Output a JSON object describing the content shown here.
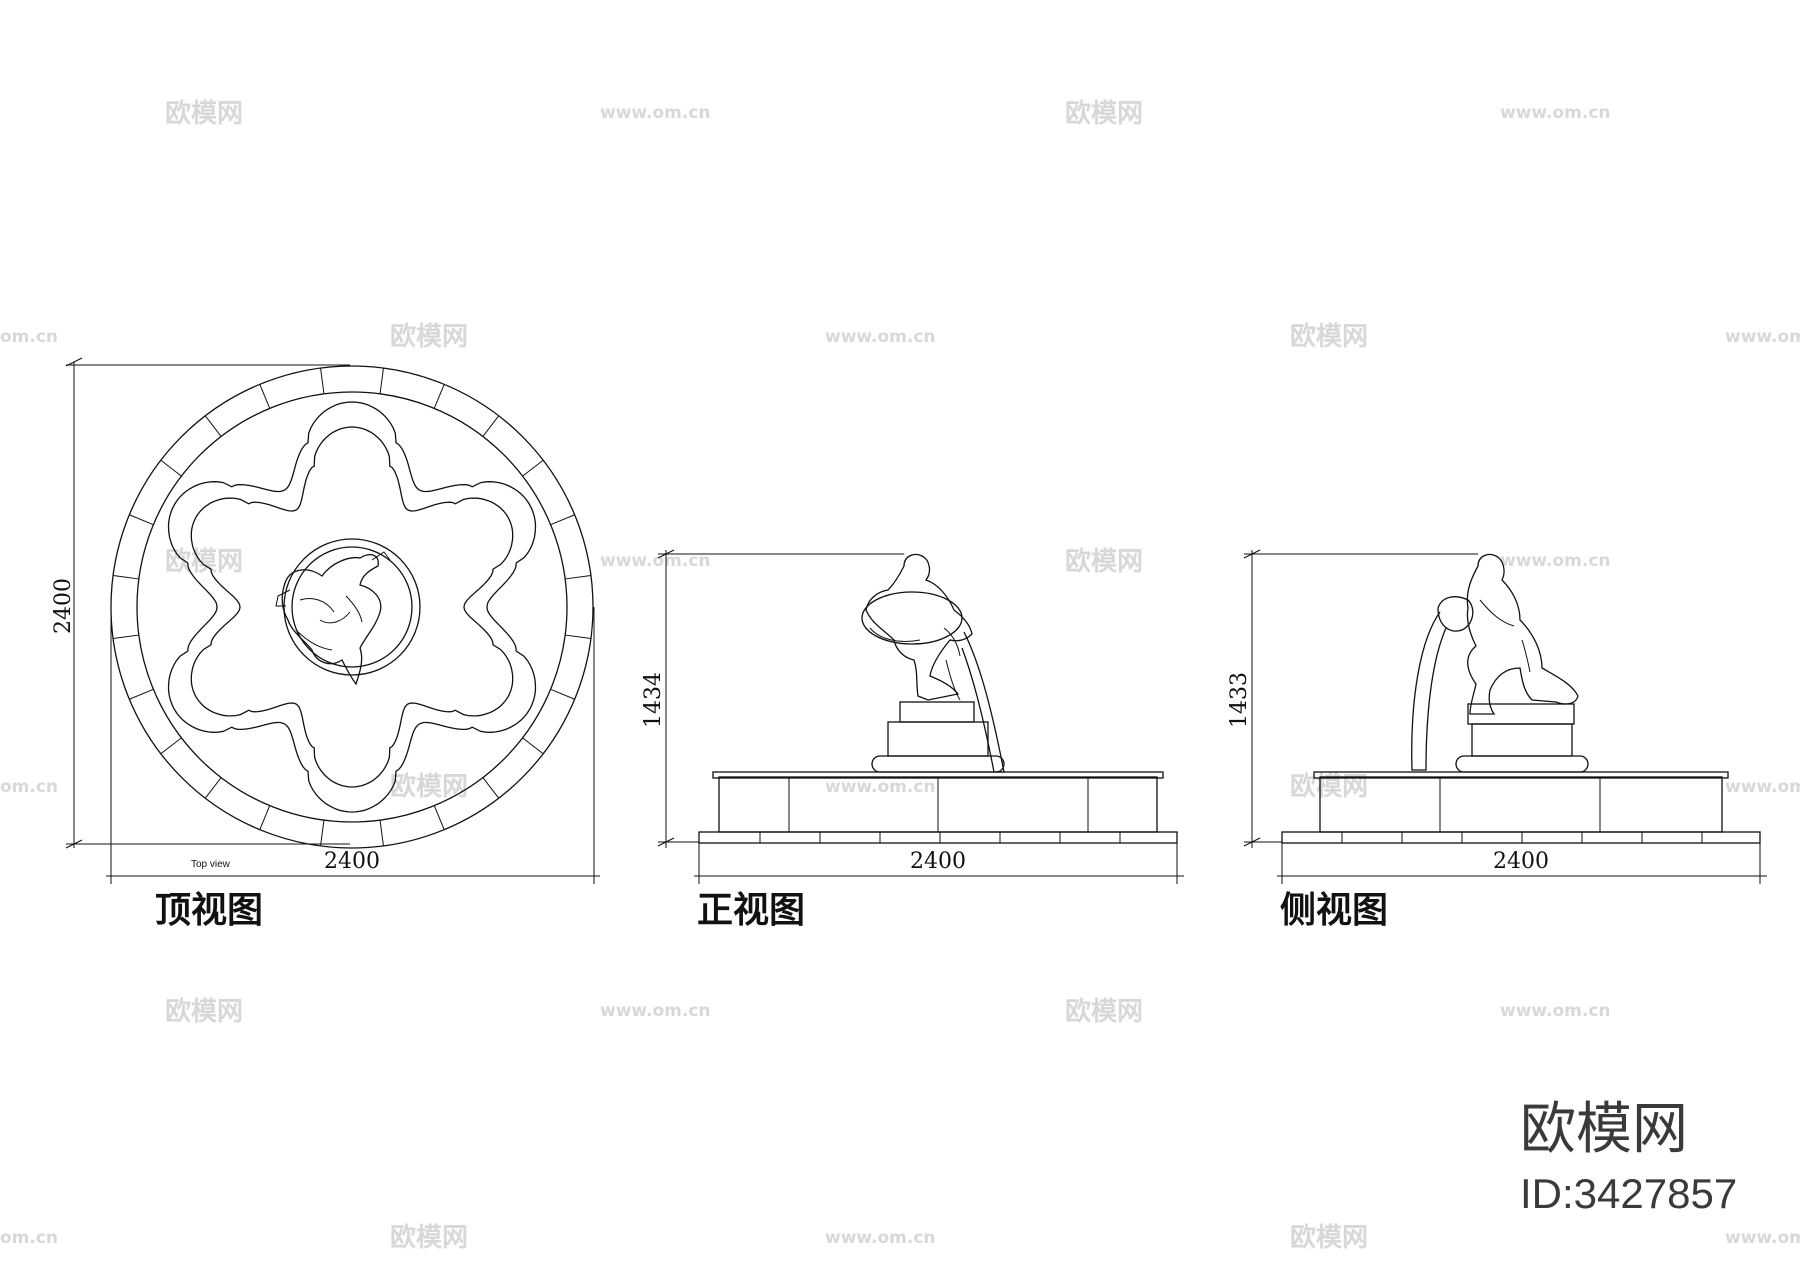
{
  "watermarks": {
    "logo_text": "欧模网",
    "url_text": "www.om.cn",
    "url_partial": "om.cn"
  },
  "top_view": {
    "caption": "顶视图",
    "label": "Top view",
    "dim_width": "2400",
    "dim_height": "2400"
  },
  "front_view": {
    "caption": "正视图",
    "dim_width": "2400",
    "dim_height": "1434"
  },
  "side_view": {
    "caption": "侧视图",
    "dim_width": "2400",
    "dim_height": "1433"
  },
  "brand": {
    "name": "欧模网",
    "id": "ID:3427857"
  }
}
